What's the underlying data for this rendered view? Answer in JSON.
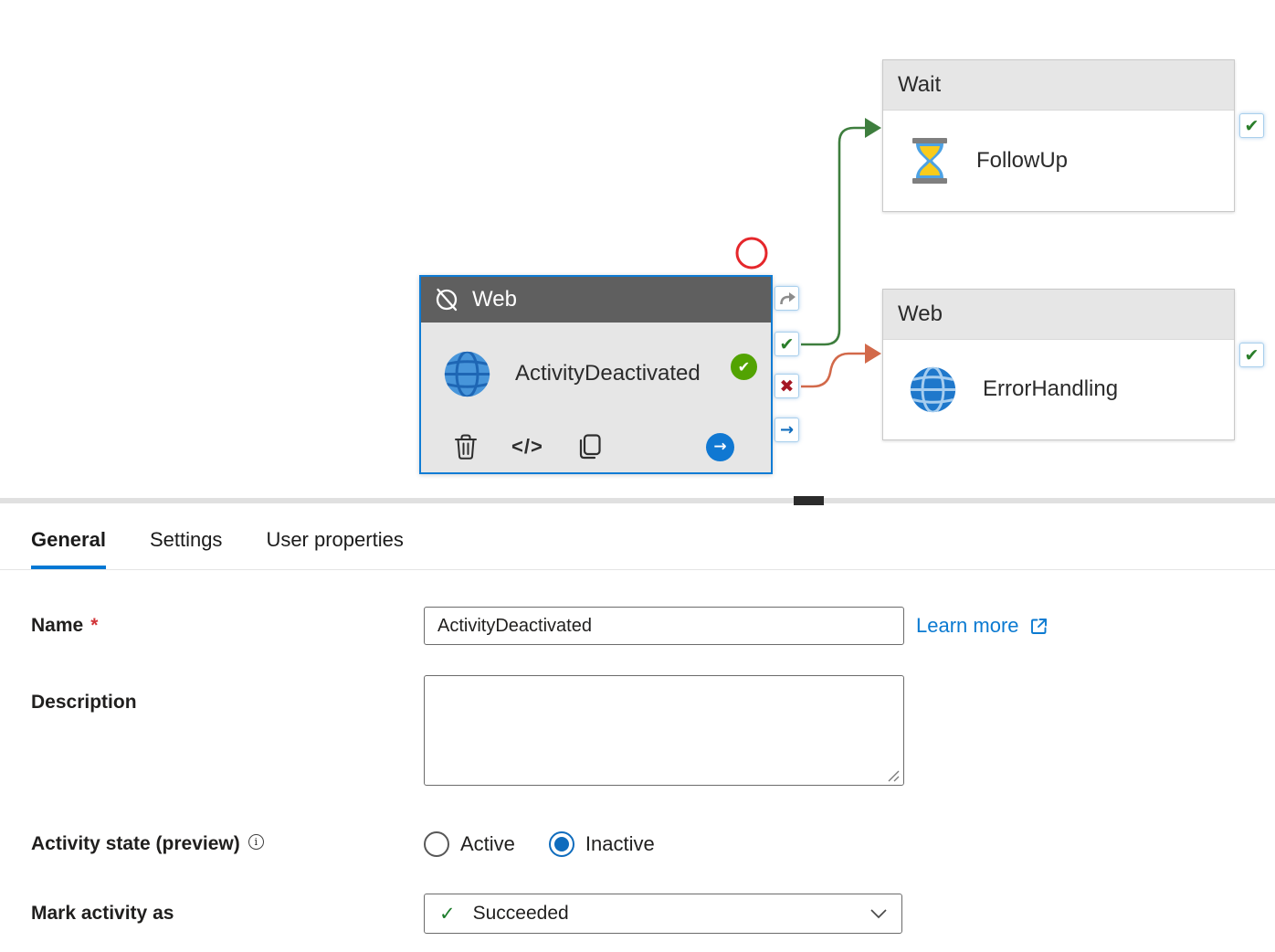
{
  "canvas": {
    "main_node": {
      "type_label": "Web",
      "name": "ActivityDeactivated"
    },
    "success_target": {
      "type_label": "Wait",
      "name": "FollowUp"
    },
    "failure_target": {
      "type_label": "Web",
      "name": "ErrorHandling"
    },
    "colors": {
      "selection_blue": "#0f7cd5",
      "accent_blue": "#0078d4",
      "connector_green": "#3e7e3e",
      "connector_orange": "#d2694a",
      "success_green": "#2a7e2a",
      "fail_red": "#a51724",
      "badge_green": "#52a302",
      "unattached_port_red": "#e5272b",
      "node_header_gray": "#5f5f5f",
      "node_body_gray": "#e6e6e6"
    }
  },
  "icons": {
    "success_check": "✔",
    "fail_cross": "✖",
    "completion_arrow": "→",
    "badge_check": "✔",
    "forward_arrow": "→",
    "code_glyph": "</>",
    "dropdown_check": "✓",
    "info_glyph": "i"
  },
  "panel": {
    "tabs": [
      {
        "label": "General",
        "active": true
      },
      {
        "label": "Settings",
        "active": false
      },
      {
        "label": "User properties",
        "active": false
      }
    ],
    "name_field": {
      "label": "Name",
      "required_marker": "*",
      "value": "ActivityDeactivated"
    },
    "learn_more_label": "Learn more",
    "description_field": {
      "label": "Description",
      "value": ""
    },
    "activity_state": {
      "label": "Activity state (preview)",
      "options": [
        {
          "label": "Active",
          "selected": false
        },
        {
          "label": "Inactive",
          "selected": true
        }
      ]
    },
    "mark_activity": {
      "label": "Mark activity as",
      "value": "Succeeded"
    }
  }
}
